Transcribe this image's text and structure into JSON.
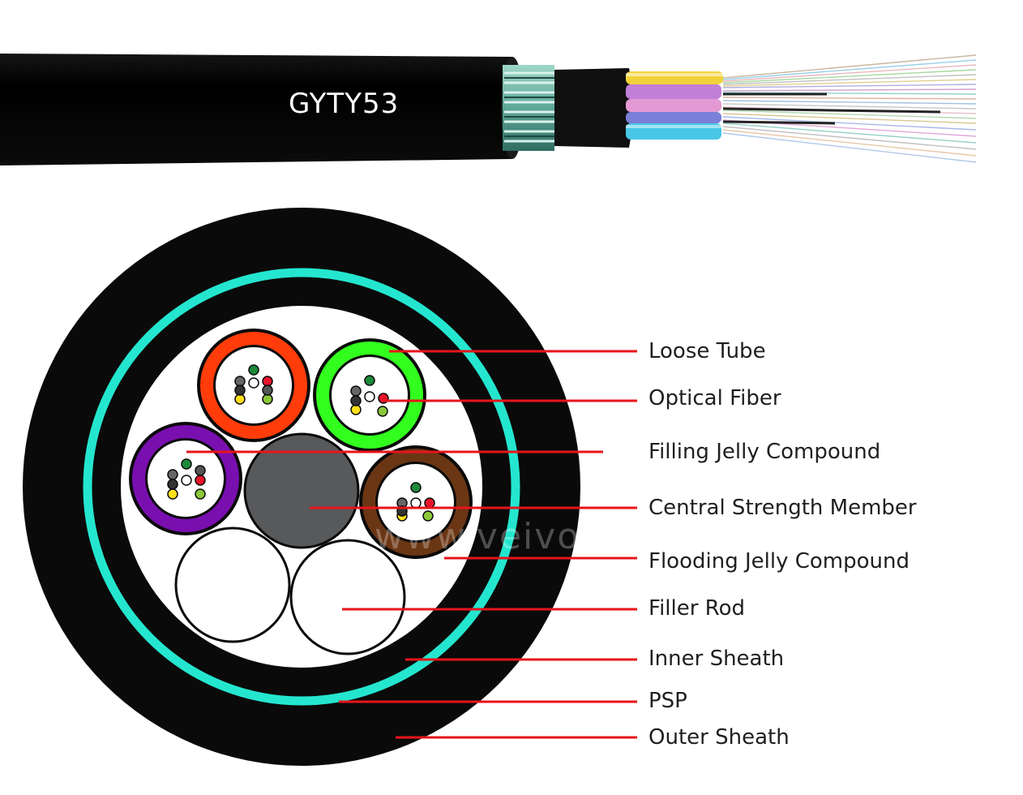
{
  "cable": {
    "model": "GYTY53"
  },
  "watermark": "www.veivot.com",
  "labels": {
    "loose_tube": "Loose Tube",
    "optical_fiber": "Optical Fiber",
    "filling_jelly_compound": "Filling Jelly Compound",
    "central_strength_member": "Central Strength Member",
    "flooding_jelly_compound": "Flooding Jelly Compound",
    "filler_rod": "Filler Rod",
    "inner_sheath": "Inner Sheath",
    "psp": "PSP",
    "outer_sheath": "Outer Sheath"
  },
  "colors": {
    "sheath": "#0a0a0a",
    "psp": "#24e6cf",
    "leader_line": "#e8141b",
    "tube_red": "#ff3c0a",
    "tube_green": "#33ff1f",
    "tube_purple": "#7a0fb0",
    "tube_brown": "#6b3614",
    "strength_member": "#58595b"
  }
}
